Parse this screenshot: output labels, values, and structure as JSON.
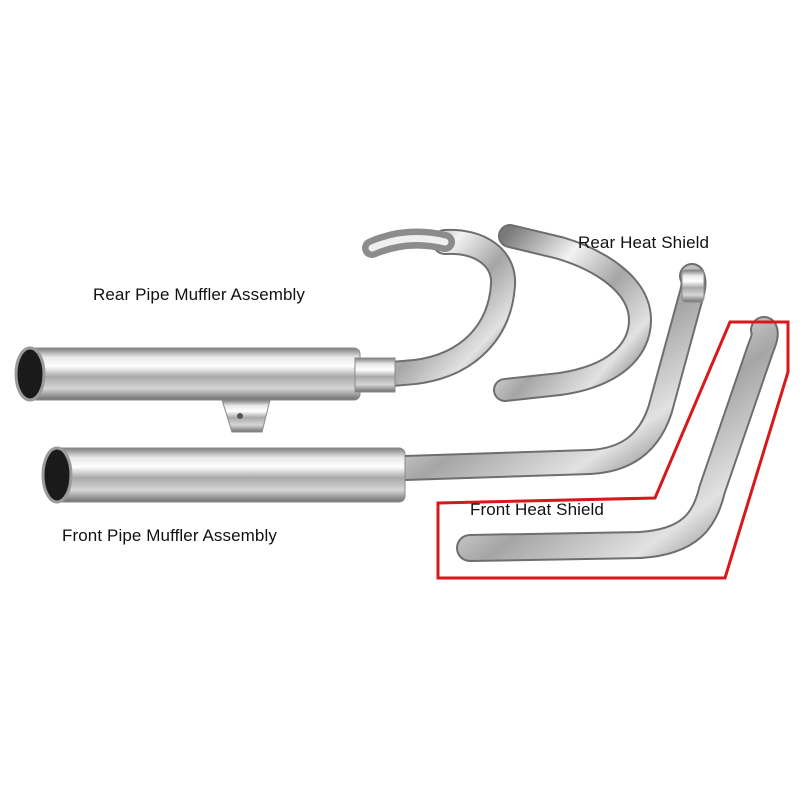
{
  "labels": {
    "rear_pipe_muffler": "Rear Pipe Muffler Assembly",
    "rear_heat_shield": "Rear Heat Shield",
    "front_pipe_muffler": "Front Pipe Muffler Assembly",
    "front_heat_shield": "Front Heat Shield"
  },
  "highlight_color": "#d7191c",
  "chrome_colors": [
    "#8a8a8a",
    "#f4f4f4",
    "#b9b9b9"
  ]
}
